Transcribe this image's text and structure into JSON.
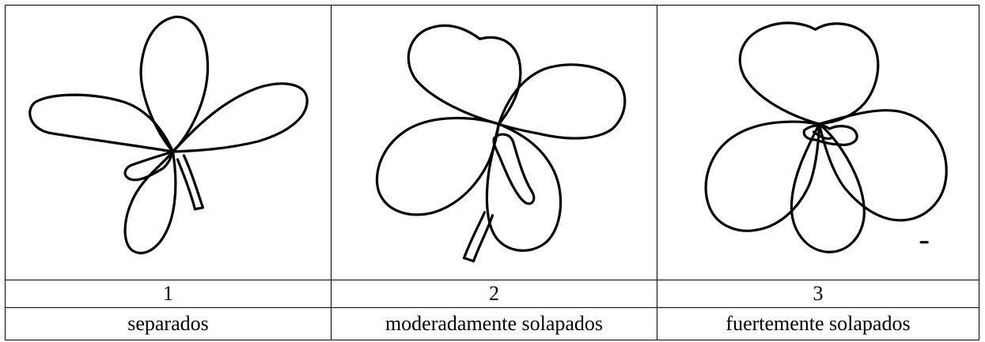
{
  "panels": [
    {
      "number": "1",
      "label": "separados"
    },
    {
      "number": "2",
      "label": "moderadamente solapados"
    },
    {
      "number": "3",
      "label": "fuertemente solapados"
    }
  ],
  "colors": {
    "line": "#000000",
    "background": "#ffffff"
  },
  "icons": [
    "flower-separated-icon",
    "flower-moderately-overlapping-icon",
    "flower-strongly-overlapping-icon"
  ]
}
